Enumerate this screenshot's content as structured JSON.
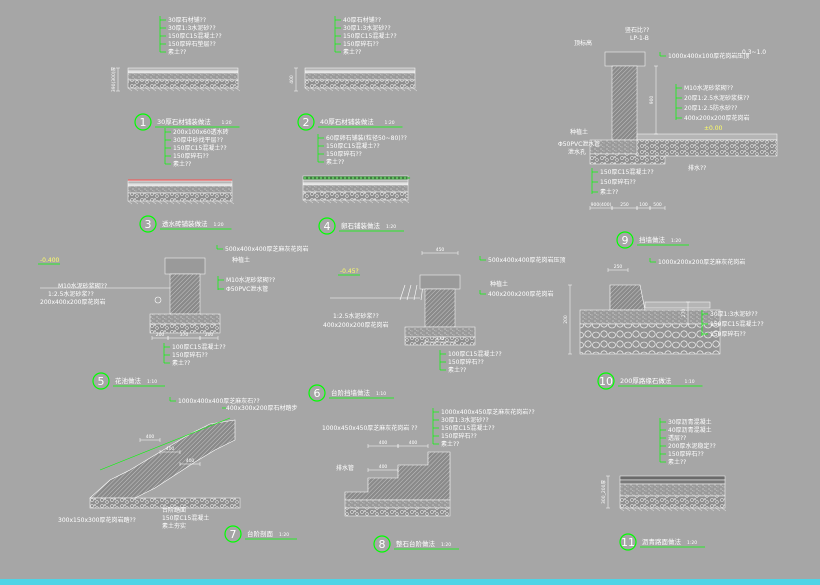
{
  "colors": {
    "background": "#a6a6a6",
    "leader": "#00ff00",
    "text": "#ffffff",
    "highlight": "#ffff66",
    "redline": "#ff4d4d",
    "cyan_bar": "#4fd4e6"
  },
  "details": [
    {
      "id": "1",
      "title": "30厚石材铺装做法",
      "scale": "1:20",
      "notes": [
        "30厚石材铺??",
        "30厚1:3水泥砂??",
        "150厚C15混凝土??",
        "150厚碎石垫层??",
        "素土??"
      ],
      "dim": "390(300)厚"
    },
    {
      "id": "2",
      "title": "40厚石材铺装做法",
      "scale": "1:20",
      "notes": [
        "40厚石材铺??",
        "30厚1:3水泥砂??",
        "150厚C15混凝土??",
        "150厚碎石??",
        "素土??"
      ],
      "dim": "400"
    },
    {
      "id": "3",
      "title": "透水砖铺装做法",
      "scale": "1:20",
      "notes": [
        "200x100x60透水砖",
        "30厚中砂找平层??",
        "150厚C15混凝土??",
        "150厚碎石??",
        "素土??"
      ]
    },
    {
      "id": "4",
      "title": "卵石铺装做法",
      "scale": "1:20",
      "notes": [
        "60厚卵石铺装(粒径50~80)??",
        "150厚C15混凝土??",
        "150厚碎石??",
        "素土??"
      ]
    },
    {
      "id": "5",
      "title": "花池做法",
      "scale": "1:10",
      "notes": [
        "500x400x400厚芝麻灰花岗岩",
        "M10水泥砂浆砌??",
        "1:2.5水泥砂浆??",
        "200x400x200厚花岗岩",
        "Φ50PVC泄水管",
        "100厚C15混凝土??",
        "150厚碎石??",
        "素土??"
      ],
      "dims": [
        "200",
        "250",
        "370",
        "200"
      ],
      "elev": "-0.400"
    },
    {
      "id": "6",
      "title": "台阶挡墙做法",
      "scale": "1:10",
      "notes": [
        "500x400x400厚花岗岩压顶",
        "1:2.5水泥砂浆??",
        "400x200x200厚花岗岩",
        "100厚C15混凝土??",
        "150厚碎石??",
        "素土??"
      ],
      "dims": [
        "450",
        "370"
      ],
      "elev": "-0.45?"
    },
    {
      "id": "7",
      "title": "台阶剖面",
      "scale": "1:20",
      "notes": [
        "1000x400x400厚芝麻灰石??",
        "400x300x200厚石材踏步",
        "300x150x300厚花岗岩踏??"
      ],
      "dims": [
        "400",
        "400",
        "400"
      ]
    },
    {
      "id": "8",
      "title": "整石台阶做法",
      "scale": "1:20",
      "notes": [
        "1000x400x450厚芝麻灰花岗岩??",
        "30厚1:3水泥砂??",
        "150厚C15混凝土??",
        "150厚碎石??",
        "素土??"
      ],
      "dims": [
        "400",
        "400",
        "400"
      ],
      "left_note": "1000x450x450厚芝麻灰花岗岩 ??"
    },
    {
      "id": "9",
      "title": "挡墙做法",
      "scale": "1:20",
      "notes": [
        "1000x400x100厚花岗岩压顶",
        "M10水泥砂浆砌??",
        "20厚1:2.5水泥砂浆抹??",
        "20厚1:2.5防水砂??",
        "400x200x200厚花岗岩",
        "Φ50PVC泄水管",
        "150厚C15混凝土??",
        "150厚碎石??",
        "素土??"
      ],
      "marks": [
        "LP-1-B",
        "竖石比??",
        "0.3~1.0",
        "±0.00",
        "排水??"
      ],
      "dims": [
        "900(400)",
        "250",
        "100",
        "500"
      ]
    },
    {
      "id": "10",
      "title": "200厚路缘石做法",
      "scale": "1:10",
      "notes": [
        "1000x200x200厚芝麻灰花岗岩",
        "30厚1:3水泥砂??",
        "150厚C15混凝土??",
        "150厚碎石??"
      ],
      "dims": [
        "250",
        "150",
        "200"
      ]
    },
    {
      "id": "11",
      "title": "沥青路面做法",
      "scale": "1:20",
      "notes": [
        "30厚沥青混凝土",
        "40厚沥青混凝土",
        "透层??",
        "200厚水泥稳定??",
        "150厚碎石??",
        "素土??"
      ],
      "dim": "300_200厚"
    }
  ]
}
